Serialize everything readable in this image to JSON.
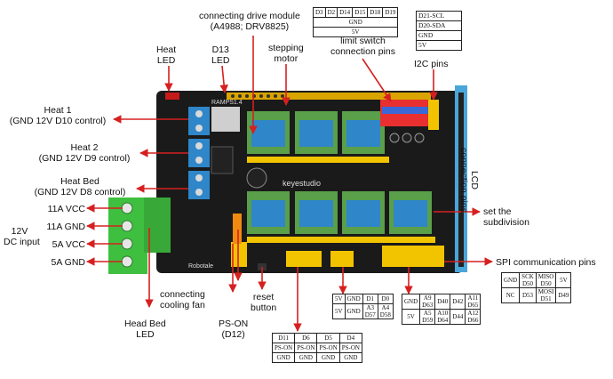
{
  "callouts": {
    "heat_led": [
      "Heat",
      "LED"
    ],
    "d13_led": [
      "D13",
      "LED"
    ],
    "drive_module": [
      "connecting drive module",
      "(A4988; DRV8825)"
    ],
    "stepping_motor": [
      "stepping",
      "motor"
    ],
    "limit_switch": [
      "limit switch",
      "connection pins"
    ],
    "i2c_pins": "I2C pins",
    "heat1": [
      "Heat 1",
      "(GND 12V D10 control)"
    ],
    "heat2": [
      "Heat 2",
      "(GND 12V D9 control)"
    ],
    "heat_bed": [
      "Heat  Bed",
      "(GND 12V D8 control)"
    ],
    "v11a_vcc": "11A VCC",
    "v11a_gnd": "11A GND",
    "dc_input": [
      "12V",
      "DC input"
    ],
    "v5a_vcc": "5A VCC",
    "v5a_gnd": "5A GND",
    "lcd_pins": [
      "LCD",
      "connection pins"
    ],
    "subdivision": [
      "set the",
      "subdivision"
    ],
    "spi_pins": "SPI  communication pins",
    "cooling_fan": [
      "connecting",
      "cooling fan"
    ],
    "reset_button": [
      "reset",
      "button"
    ],
    "head_bed_led": [
      "Head Bed",
      "LED"
    ],
    "ps_on": [
      "PS-ON",
      "(D12)"
    ]
  },
  "board": {
    "brand": "keyestudio",
    "model": "RAMPS1.4",
    "robot_text": "Robotale"
  },
  "limit_table": {
    "pins": [
      "D3",
      "D2",
      "D14",
      "D15",
      "D18",
      "D19"
    ],
    "gnd": "GND",
    "v5": "5V"
  },
  "i2c_table": [
    "D21-SCL",
    "D20-SDA",
    "GND",
    "5V"
  ],
  "aux_table1": {
    "row1": [
      "5V",
      "GND",
      "D1",
      "D0"
    ],
    "row2": [
      "5V",
      "GND",
      "A3",
      "D57",
      "A4",
      "D58"
    ]
  },
  "aux_table2": {
    "row1": [
      "GND",
      "A9",
      "D63",
      "D40",
      "D42",
      "A11",
      "D65"
    ],
    "row2": [
      "5V",
      "A5",
      "D59",
      "A10",
      "D64",
      "D44",
      "A12",
      "D66"
    ]
  },
  "spi_table": {
    "row1": [
      "GND",
      "SCK",
      "D50",
      "MISO",
      "D50",
      "5V"
    ],
    "row2": [
      "NC",
      "D53",
      "MOSI",
      "D51",
      "D49"
    ]
  },
  "servo_table": {
    "headers": [
      "D11",
      "D6",
      "D5",
      "D4"
    ],
    "ps_on": "PS-ON",
    "gnd": "GND"
  },
  "colors": {
    "arrow": "#d62020",
    "pcb": "#1a1a1a",
    "terminal_green": "#3fbf3f",
    "driver_blue": "#2f86c9",
    "header_yellow": "#f2c400"
  }
}
